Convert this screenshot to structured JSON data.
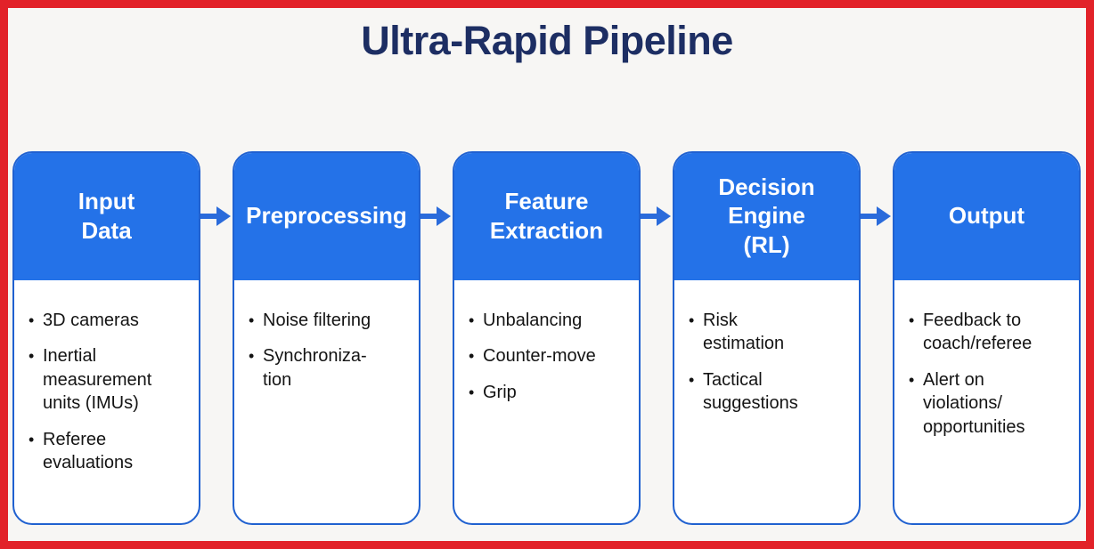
{
  "title": "Ultra-Rapid Pipeline",
  "colors": {
    "frame_red": "#e22229",
    "header_blue": "#2472e8",
    "card_border_blue": "#2061d0",
    "arrow_blue": "#2a6bdb",
    "title_navy": "#1d2e63",
    "canvas_background": "#f7f6f4",
    "card_body_white": "#ffffff",
    "body_text": "#141414"
  },
  "pipeline": {
    "stages": [
      {
        "title": "Input\nData",
        "bullets": [
          "3D cameras",
          "Inertial\nmeasurement\nunits (IMUs)",
          "Referee\nevaluations"
        ]
      },
      {
        "title": "Preprocessing",
        "bullets": [
          "Noise filtering",
          "Synchroniza-\ntion"
        ]
      },
      {
        "title": "Feature\nExtraction",
        "bullets": [
          "Unbalancing",
          "Counter-move",
          "Grip"
        ]
      },
      {
        "title": "Decision\nEngine\n(RL)",
        "bullets": [
          "Risk\nestimation",
          "Tactical\nsuggestions"
        ]
      },
      {
        "title": "Output",
        "bullets": [
          "Feedback to\ncoach/referee",
          "Alert on\nviolations/\nopportunities"
        ]
      }
    ]
  }
}
